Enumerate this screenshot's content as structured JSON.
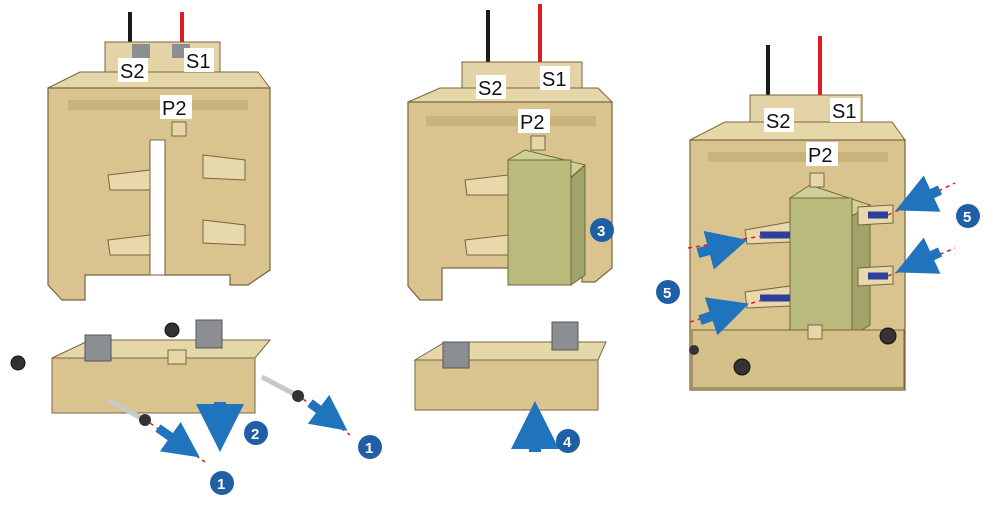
{
  "panels": [
    {
      "id": "panel-1",
      "terminals": [
        "S2",
        "S1"
      ],
      "primary_label": "P2",
      "step_badges": [
        "1",
        "1",
        "2"
      ]
    },
    {
      "id": "panel-2",
      "terminals": [
        "S2",
        "S1"
      ],
      "primary_label": "P2",
      "step_badges": [
        "3",
        "4"
      ]
    },
    {
      "id": "panel-3",
      "terminals": [
        "S2",
        "S1"
      ],
      "primary_label": "P2",
      "step_badges": [
        "5",
        "5"
      ]
    }
  ],
  "colors": {
    "housing": "#d9c48f",
    "housing_shade": "#c2a877",
    "busbar": "#b9ba7c",
    "arrow": "#1f74bd",
    "badge": "#1f5fa6",
    "wire_red": "#e01b22",
    "wire_black": "#1a1a1a",
    "dash": "#e01b22"
  }
}
